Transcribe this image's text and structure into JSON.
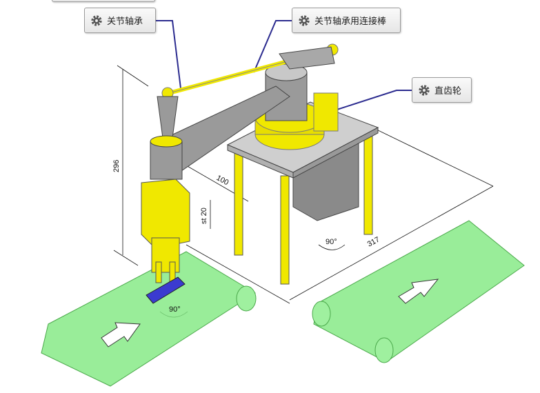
{
  "callouts": {
    "partial_top": "",
    "joint_bearing": "关节轴承",
    "joint_bearing_rod": "关节轴承用连接棒",
    "spur_gear": "直齿轮"
  },
  "dimensions": {
    "height": "296",
    "arm_length": "100",
    "stroke": "st 20",
    "rotation_base": "90°",
    "rotation_gripper": "90°",
    "width": "317"
  },
  "colors": {
    "leader": "#2b2b8f",
    "belt": "#80e880",
    "part": "#f0e800",
    "workpiece": "#3b3bd0"
  }
}
